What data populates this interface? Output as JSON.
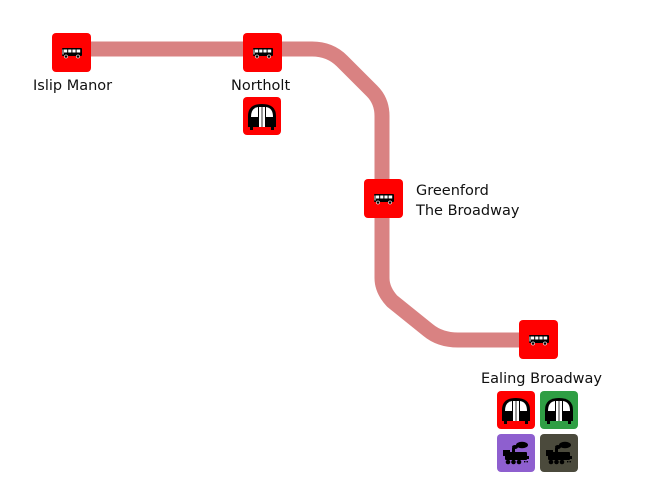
{
  "map": {
    "line": {
      "name": "bus-route",
      "color": "#d98282"
    },
    "stops": [
      {
        "id": "islip-manor",
        "name": "Islip Manor",
        "icon": "bus-icon",
        "color": "#ff0000"
      },
      {
        "id": "northolt",
        "name": "Northolt",
        "icon": "bus-icon",
        "color": "#ff0000",
        "interchanges": [
          {
            "mode": "underground",
            "icon": "tube-train-icon",
            "color": "#ff0000"
          }
        ]
      },
      {
        "id": "greenford",
        "name_line1": "Greenford",
        "name_line2": "The Broadway",
        "icon": "bus-icon",
        "color": "#ff0000"
      },
      {
        "id": "ealing-broadway",
        "name": "Ealing Broadway",
        "icon": "bus-icon",
        "color": "#ff0000",
        "interchanges": [
          {
            "mode": "underground",
            "icon": "tube-train-icon",
            "color": "#ff0000"
          },
          {
            "mode": "underground",
            "icon": "tube-train-icon",
            "color": "#2f9e44"
          },
          {
            "mode": "rail",
            "icon": "steam-train-icon",
            "color": "#8e5fcf"
          },
          {
            "mode": "rail",
            "icon": "steam-train-icon",
            "color": "#4b4a3c"
          }
        ]
      }
    ]
  }
}
